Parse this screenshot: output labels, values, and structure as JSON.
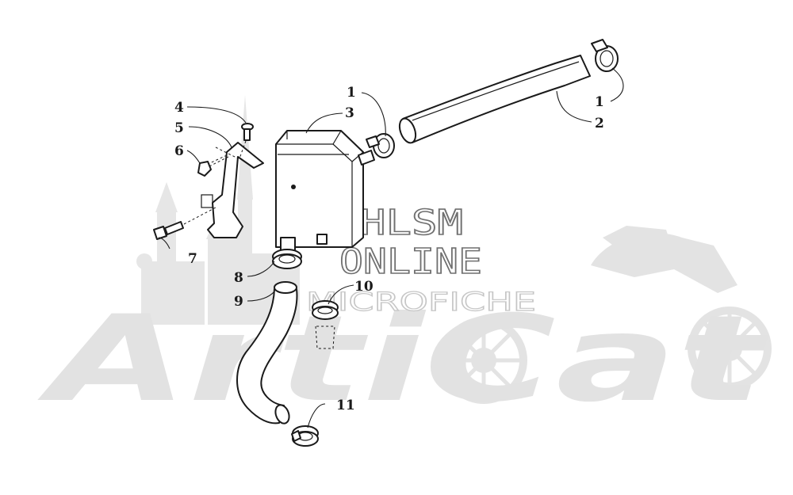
{
  "watermark": {
    "brand": "ArtiCat",
    "line1": "HLSM",
    "line2": "ONLINE",
    "line3": "MICROFICHE"
  },
  "callouts": [
    {
      "id": "c1a",
      "label": "1"
    },
    {
      "id": "c3",
      "label": "3"
    },
    {
      "id": "c1b",
      "label": "1"
    },
    {
      "id": "c2",
      "label": "2"
    },
    {
      "id": "c4",
      "label": "4"
    },
    {
      "id": "c5",
      "label": "5"
    },
    {
      "id": "c6",
      "label": "6"
    },
    {
      "id": "c7",
      "label": "7"
    },
    {
      "id": "c8",
      "label": "8"
    },
    {
      "id": "c9",
      "label": "9"
    },
    {
      "id": "c10",
      "label": "10"
    },
    {
      "id": "c11",
      "label": "11"
    }
  ]
}
